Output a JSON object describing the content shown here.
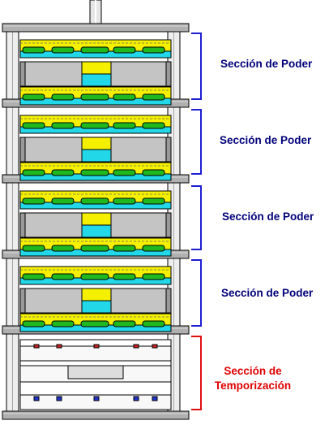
{
  "sections": [
    {
      "kind": "power",
      "label": "Sección de Poder"
    },
    {
      "kind": "power",
      "label": "Sección de Poder"
    },
    {
      "kind": "power",
      "label": "Sección de Poder"
    },
    {
      "kind": "power",
      "label": "Sección de Poder"
    },
    {
      "kind": "timing",
      "label_line1": "Sección de",
      "label_line2": "Temporización"
    }
  ],
  "colors": {
    "power_bracket": "#1e1ed2",
    "timing_bracket": "#e01010",
    "power_label": "#00007a",
    "timing_label": "#e00000",
    "yellow": "#f5f000",
    "cyan": "#22d8e8",
    "green": "#1fb81f",
    "gray_block": "#c4c4c4",
    "plate": "#b0b0b0",
    "frame_line": "#000000"
  }
}
